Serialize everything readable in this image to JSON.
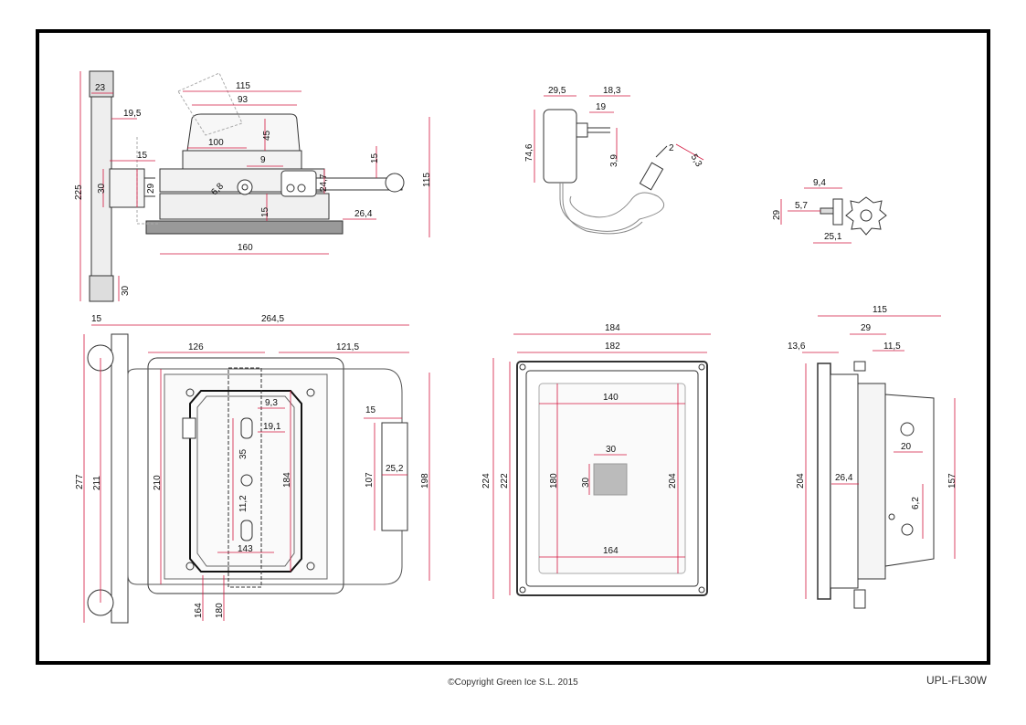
{
  "side_view": {
    "labels": [
      "115",
      "93",
      "23",
      "19,5",
      "100",
      "45",
      "225",
      "15",
      "30",
      "29",
      "9",
      "15",
      "6,8",
      "24,7",
      "115",
      "15",
      "26,4",
      "160",
      "30"
    ]
  },
  "adapter_view": {
    "labels": [
      "29,5",
      "18,3",
      "19",
      "74,6",
      "3,9",
      "2",
      "5,3"
    ]
  },
  "knob_view": {
    "labels": [
      "9,4",
      "5,7",
      "29",
      "25,1"
    ]
  },
  "front_view": {
    "labels": [
      "15",
      "264,5",
      "126",
      "121,5",
      "277",
      "211",
      "210",
      "9,3",
      "19,1",
      "35",
      "11,2",
      "143",
      "184",
      "15",
      "107",
      "25,2",
      "198",
      "164",
      "180"
    ]
  },
  "back_view": {
    "labels": [
      "184",
      "182",
      "140",
      "224",
      "222",
      "180",
      "30",
      "30",
      "204",
      "164"
    ]
  },
  "profile_view": {
    "labels": [
      "115",
      "29",
      "13,6",
      "11,5",
      "204",
      "26,4",
      "20",
      "6,2",
      "157"
    ]
  },
  "footer": {
    "copyright": "©Copyright Green Ice S.L. 2015",
    "model": "UPL-FL30W"
  },
  "colors": {
    "dimension": "#d3173f",
    "outline": "#222222",
    "frame": "#000000"
  }
}
